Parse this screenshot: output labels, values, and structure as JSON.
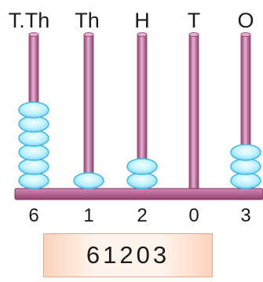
{
  "abacus": {
    "places": [
      {
        "label": "T.Th",
        "digit": "6",
        "beads": 6
      },
      {
        "label": "Th",
        "digit": "1",
        "beads": 1
      },
      {
        "label": "H",
        "digit": "2",
        "beads": 2
      },
      {
        "label": "T",
        "digit": "0",
        "beads": 0
      },
      {
        "label": "O",
        "digit": "3",
        "beads": 3
      }
    ],
    "colors": {
      "rod": "#a3507f",
      "rod_highlight": "#e7b2d3",
      "base": "#b45b8e",
      "bead_fill": "#bff2ff",
      "bead_edge": "#40b9e4"
    }
  },
  "number": {
    "value": "61203"
  }
}
